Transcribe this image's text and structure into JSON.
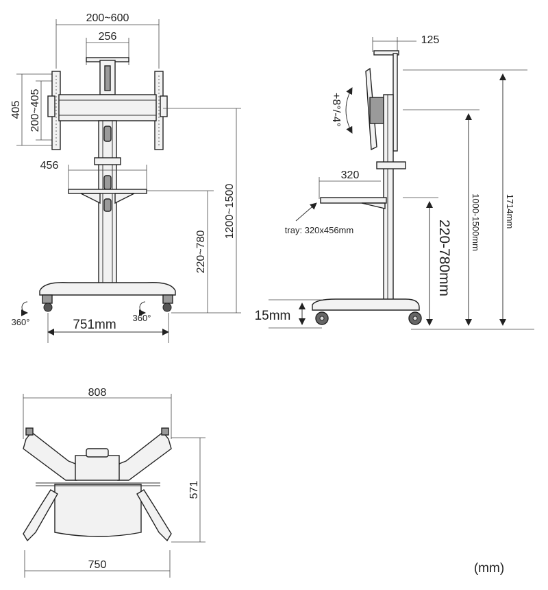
{
  "front_view": {
    "dims": {
      "vesa_width": "200~600",
      "mount_width": "256",
      "mount_height": "405",
      "vesa_height": "200~405",
      "tray_width": "456",
      "tray_height": "220~780",
      "mount_center_height": "1200~1500",
      "base_width": "751mm",
      "rotation_left": "360°",
      "rotation_right": "360°"
    }
  },
  "side_view": {
    "dims": {
      "offset": "125",
      "tilt": "+8°/-4°",
      "tray_depth": "320",
      "tray_note": "tray: 320x456mm",
      "tray_height": "220-780mm",
      "mount_height": "1000-1500mm",
      "total_height": "1714mm",
      "ground_clearance": "15mm"
    }
  },
  "top_view": {
    "dims": {
      "outer_width": "808",
      "depth": "571",
      "inner_width": "750"
    }
  },
  "unit_note": "(mm)"
}
